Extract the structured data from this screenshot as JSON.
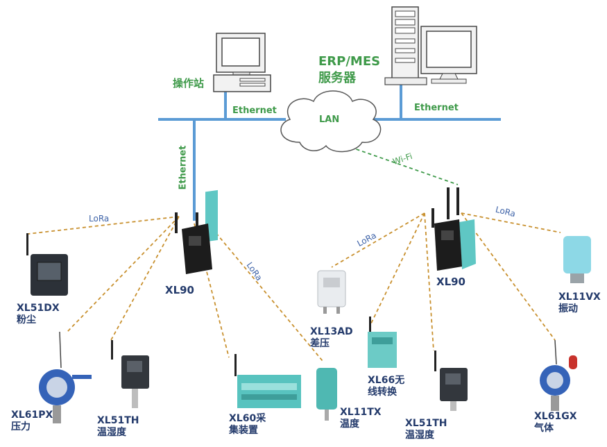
{
  "network": {
    "lan": "LAN",
    "ethernet_left": "Ethernet",
    "ethernet_right": "Ethernet",
    "ethernet_vertical": "Ethernet",
    "wifi": "Wi-Fi"
  },
  "nodes": {
    "workstation": "操作站",
    "server_line1": "ERP/MES",
    "server_line2": "服务器",
    "gateway_left": "XL90",
    "gateway_right": "XL90"
  },
  "lora_labels": [
    "LoRa",
    "LoRa",
    "LoRa",
    "LoRa"
  ],
  "devices": [
    {
      "model": "XL51DX",
      "desc": "粉尘"
    },
    {
      "model": "XL61PX",
      "desc": "压力"
    },
    {
      "model": "XL51TH",
      "desc": "温湿度"
    },
    {
      "model": "XL60采",
      "desc": "集装置"
    },
    {
      "model": "XL11TX",
      "desc": "温度"
    },
    {
      "model": "XL13AD",
      "desc": "差压"
    },
    {
      "model": "XL66无",
      "desc": "线转换"
    },
    {
      "model": "XL51TH",
      "desc": "温湿度"
    },
    {
      "model": "XL61GX",
      "desc": "气体"
    },
    {
      "model": "XL11VX",
      "desc": "振动"
    }
  ],
  "colors": {
    "ethernet_line": "#5b9bd5",
    "lora_line": "#c8902e",
    "wifi_line": "#3f9a4a",
    "label_dark": "#233a6b",
    "label_green": "#3f9a4a",
    "device_teal": "#5fc7c4"
  }
}
